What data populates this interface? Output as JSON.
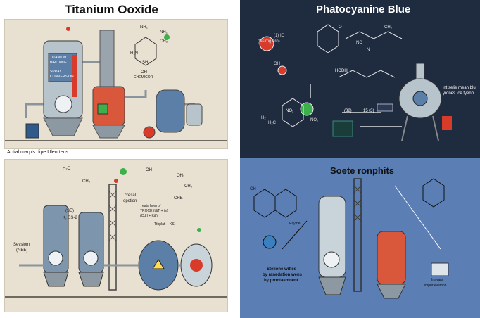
{
  "colors": {
    "top_left_bg": "#e8e0d0",
    "bottom_left_bg": "#e8e0d0",
    "top_right_bg": "#1f2b3f",
    "bottom_right_bg": "#5b7fb5",
    "vessel_steel": "#b8c4cc",
    "vessel_blue": "#5c7fa8",
    "vessel_red": "#d9573b",
    "accent_green": "#3cb04a",
    "accent_red": "#d93b2b"
  },
  "top_left": {
    "title": "Titanium Ooxide",
    "chem_labels": [
      "NH₂",
      "NH₂",
      "CH₃",
      "H₂N",
      "SH₂"
    ],
    "caption_label": "OH",
    "sub_label": "CHEMICOR",
    "tank_label_lines": [
      "TITANIUM",
      "BIROXIDE"
    ],
    "tank_label_lines2": [
      "SPRAY",
      "CONVERSION"
    ],
    "footer": "Actial marpls dipe Ulenrtens"
  },
  "top_right": {
    "title": "Phatocyanine Blue",
    "formula_labels": [
      "(1) IO",
      "(lasimg oro)",
      "O",
      "N",
      "NC",
      "CH₃",
      "OH"
    ],
    "right_caption_lines": [
      "lnt selie mean blu",
      "yrones. ce fyenh"
    ],
    "mid_labels": [
      "(32)",
      "15+3)",
      "HODH",
      "NO₂"
    ],
    "small_labels": [
      "H₂",
      "H₂C",
      "NO₂"
    ]
  },
  "bottom_left": {
    "chem_labels": [
      "H₂C",
      "CH₃",
      "OH",
      "OH₂",
      "CH₃",
      "CHE"
    ],
    "side_label_lines": [
      "Sevsiom",
      "(NEE)"
    ],
    "middle_label_lines": [
      "(SE)",
      "K, SS-2"
    ],
    "right_label_lines": [
      "cresal",
      "opstion"
    ],
    "right_label_lines2": [
      "eata hom of",
      "TROCE (t&T + ts)",
      "(Cd I + K&)"
    ],
    "right_label_lines3": [
      "Tthplati + KS)"
    ]
  },
  "bottom_right": {
    "title": "Soete ronphits",
    "caption_lines": [
      "Stelione witted",
      "by ranedation wens",
      "by prontaemnent"
    ],
    "side_labels": [
      "Payme",
      "CH"
    ],
    "corner_label_lines": [
      "Inayars",
      "lmpur evettion"
    ]
  }
}
